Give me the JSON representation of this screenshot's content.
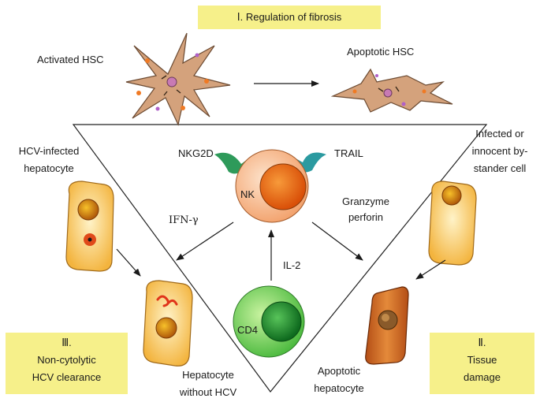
{
  "section_boxes": {
    "regulation": {
      "title": "Ⅰ. Regulation of fibrosis"
    },
    "clearance": {
      "numeral": "Ⅲ.",
      "line1": "Non-cytolytic",
      "line2": "HCV clearance"
    },
    "damage": {
      "numeral": "Ⅱ.",
      "line1": "Tissue",
      "line2": "damage"
    }
  },
  "labels": {
    "activated_hsc": "Activated HSC",
    "apoptotic_hsc": "Apoptotic HSC",
    "hcv_infected_line1": "HCV-infected",
    "hcv_infected_line2": "hepatocyte",
    "infected_line1": "Infected or",
    "infected_line2": "innocent by-",
    "infected_line3": "stander cell",
    "nkg2d": "NKG2D",
    "trail": "TRAIL",
    "nk": "NK",
    "ifn": "IFN-γ",
    "granzyme_line1": "Granzyme",
    "granzyme_line2": "perforin",
    "il2": "IL-2",
    "cd4": "CD4",
    "hep_without_line1": "Hepatocyte",
    "hep_without_line2": "without HCV",
    "apoptotic_hep_line1": "Apoptotic",
    "apoptotic_hep_line2": "hepatocyte"
  },
  "colors": {
    "box_fill": "#f6f08a",
    "hsc_body": "#d4a27c",
    "nk_outer": "#f7b98a",
    "nk_nucleus": "#f06a10",
    "nkg2d_receptor": "#2e9a5a",
    "trail_receptor": "#2b9aa0",
    "cd4_outer": "#5dc94f",
    "cd4_nucleus": "#1f8a2e",
    "hepatocyte": "#f8c65a",
    "apoptotic_hepatocyte": "#d86a28"
  }
}
